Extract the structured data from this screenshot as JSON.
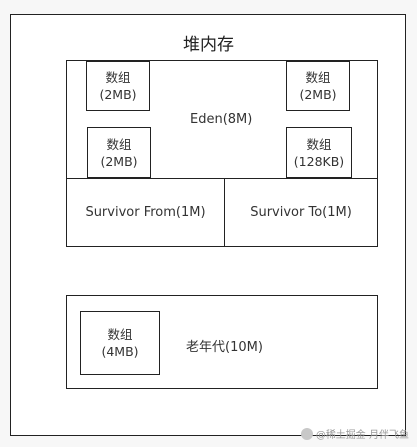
{
  "heap": {
    "title": "堆内存"
  },
  "young": {
    "eden_label": "Eden(8M)",
    "arrays": [
      {
        "line1": "数组",
        "line2": "(2MB)"
      },
      {
        "line1": "数组",
        "line2": "(2MB)"
      },
      {
        "line1": "数组",
        "line2": "(2MB)"
      },
      {
        "line1": "数组",
        "line2": "(128KB)"
      }
    ],
    "survivor_from": "Survivor From(1M)",
    "survivor_to": "Survivor To(1M)"
  },
  "old": {
    "label": "老年代(10M)",
    "array": {
      "line1": "数组",
      "line2": "(4MB)"
    }
  },
  "watermark": "@稀土掘金 月伴飞鱼"
}
